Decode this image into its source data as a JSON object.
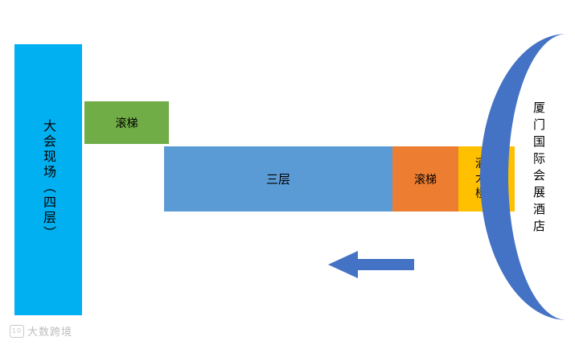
{
  "diagram": {
    "venue_tower": {
      "label": "大会现场（四层）"
    },
    "escalator_top": {
      "label": "滚梯"
    },
    "third_floor": {
      "label": "三层"
    },
    "escalator_right": {
      "label": "滚梯"
    },
    "lobby_stairs": {
      "label": "酒店\n大堂\n楼梯"
    },
    "hotel": {
      "label": "厦门国际会展酒店"
    },
    "arrow": {
      "direction": "left"
    }
  },
  "icons": {
    "hotel_crescent": "crescent-arc-shape",
    "left_arrow": "left-block-arrow",
    "watermark_logo": "10-badge"
  },
  "colors": {
    "venue_tower": "#00B0F0",
    "escalator_top": "#70AD47",
    "third_floor": "#5B9BD5",
    "escalator_right": "#ED7D31",
    "lobby_stairs": "#FFC000",
    "crescent_and_arrow": "#4472C4",
    "text": "#000000",
    "watermark": "#BDBDBD"
  },
  "watermark": {
    "logo_text": "10",
    "label": "大数跨境"
  }
}
